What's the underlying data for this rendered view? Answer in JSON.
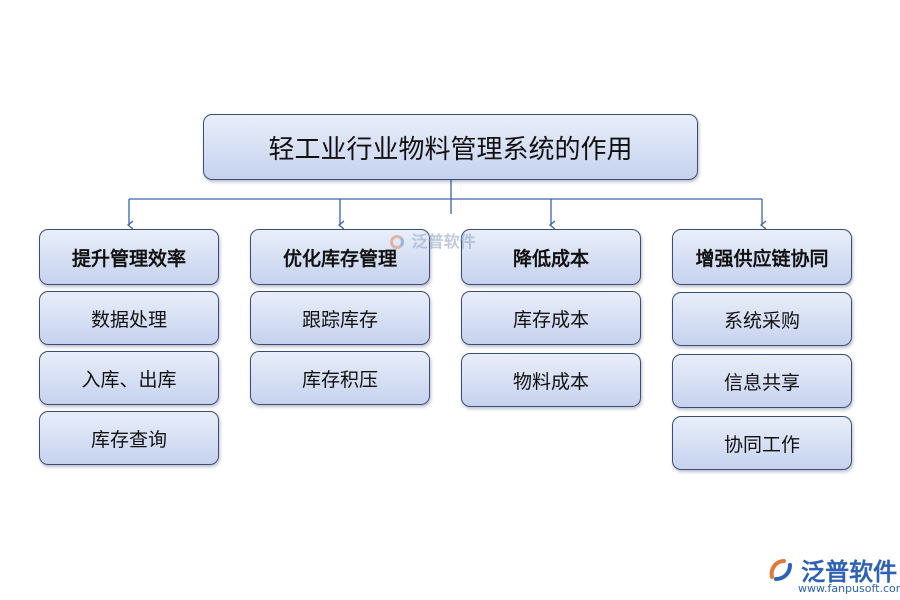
{
  "diagram": {
    "title": "轻工业行业物料管理系统的作用",
    "columns": [
      {
        "heading": "提升管理效率",
        "items": [
          "数据处理",
          "入库、出库",
          "库存查询"
        ]
      },
      {
        "heading": "优化库存管理",
        "items": [
          "跟踪库存",
          "库存积压"
        ]
      },
      {
        "heading": "降低成本",
        "items": [
          "库存成本",
          "物料成本"
        ]
      },
      {
        "heading": "增强供应链协同",
        "items": [
          "系统采购",
          "信息共享",
          "协同工作"
        ]
      }
    ],
    "colors": {
      "box_top": "#e9eefa",
      "box_bottom": "#c6d2ee",
      "border": "#3c4d73",
      "line": "#3a63b0"
    }
  },
  "watermark": {
    "text": "泛普软件"
  },
  "logo": {
    "brand": "泛普软件",
    "site": "www.fanpusoft.com"
  }
}
